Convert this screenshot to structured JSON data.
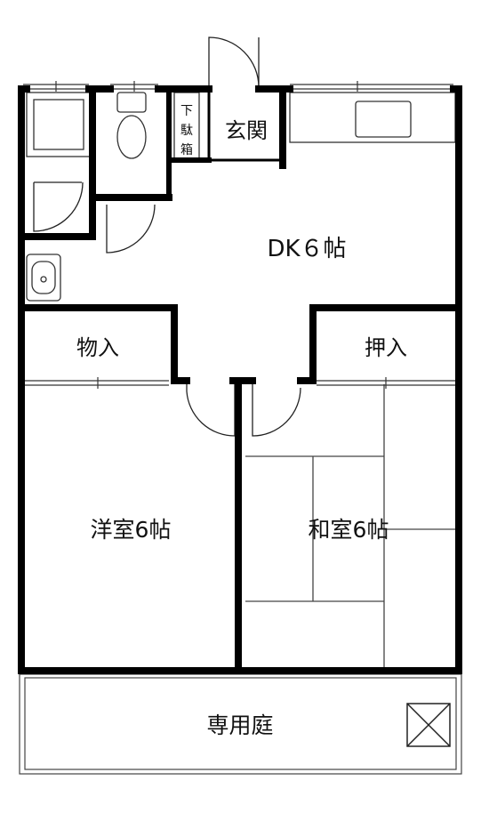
{
  "rooms": {
    "dk": "DK６帖",
    "entrance": "玄関",
    "shoe_box": "下駄箱",
    "storage_left": "物入",
    "closet_right": "押入",
    "western_room": "洋室6帖",
    "japanese_room": "和室6帖",
    "private_garden": "専用庭"
  },
  "colors": {
    "wall": "#000000",
    "thin_line": "#333333",
    "background": "#ffffff"
  }
}
